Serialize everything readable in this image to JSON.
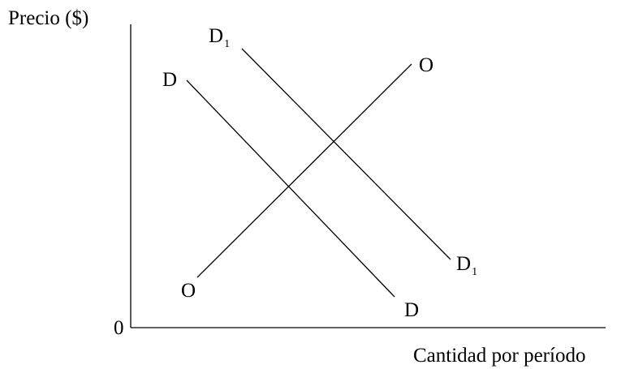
{
  "axes": {
    "y_label": "Precio ($)",
    "x_label": "Cantidad por período",
    "origin_label": "0"
  },
  "curves": {
    "supply": {
      "start_label": "O",
      "end_label": "O"
    },
    "demand": {
      "start_label": "D",
      "end_label": "D"
    },
    "demand_shifted": {
      "label_main": "D",
      "label_sub": "1"
    }
  },
  "colors": {
    "line": "#000000",
    "background": "#ffffff"
  }
}
